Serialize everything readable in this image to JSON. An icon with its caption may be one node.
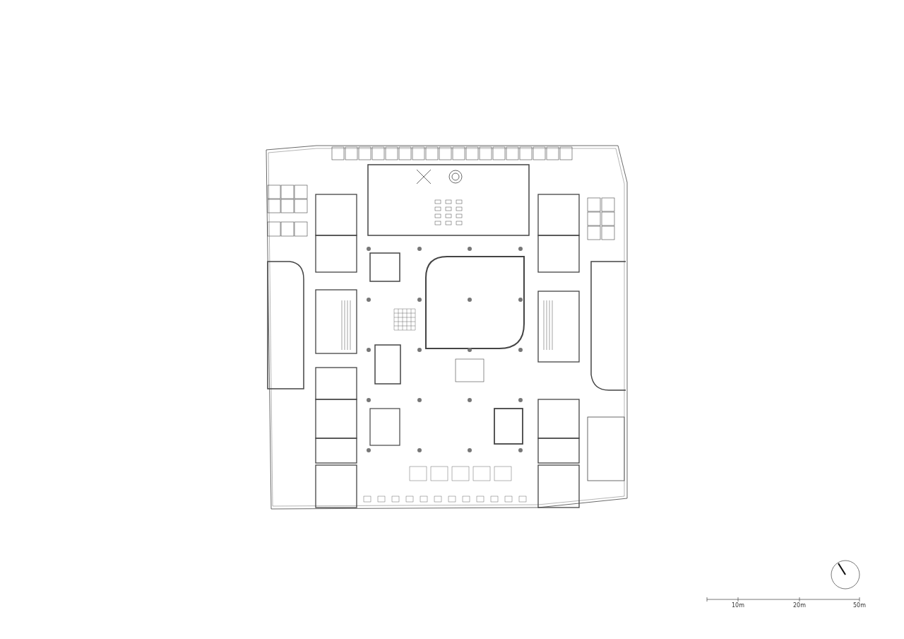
{
  "diagram": {
    "labels": [
      "10m",
      "20m",
      "50m"
    ]
  }
}
